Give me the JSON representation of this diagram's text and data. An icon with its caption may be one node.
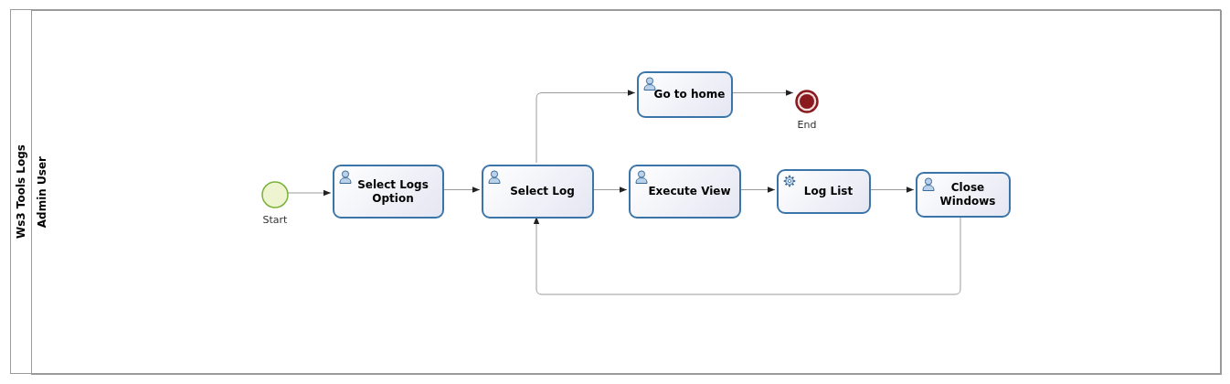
{
  "diagram": {
    "nodes": [
      {
        "text": [
          "Ws3 Tools Logs"
        ]
      },
      {
        "text": [
          "Admin User"
        ],
        "in": 0
      },
      {
        "text": [],
        "shape": "circle",
        "beside": [
          "Start"
        ],
        "in": 1
      },
      {
        "text": [
          "Select Logs Option"
        ],
        "in": 1
      },
      {
        "text": [
          "Select Log"
        ],
        "in": 1
      },
      {
        "text": [
          "Go to home"
        ],
        "in": 1
      },
      {
        "text": [],
        "shape": "circle",
        "beside": [
          "End"
        ],
        "in": 1
      },
      {
        "text": [
          "Execute View"
        ],
        "in": 1
      },
      {
        "text": [
          "Log List"
        ],
        "in": 1
      },
      {
        "text": [
          "Close Windows"
        ],
        "in": 1
      }
    ],
    "edges": [
      {
        "from": 2,
        "to": 3,
        "arrow": "to"
      },
      {
        "from": 3,
        "to": 4,
        "arrow": "to"
      },
      {
        "from": 4,
        "to": 5,
        "arrow": "to"
      },
      {
        "from": 5,
        "to": 6,
        "arrow": "to"
      },
      {
        "from": 4,
        "to": 7,
        "arrow": "to"
      },
      {
        "from": 7,
        "to": 8,
        "arrow": "to"
      },
      {
        "from": 8,
        "to": 9,
        "arrow": "to"
      },
      {
        "from": 9,
        "to": 4,
        "arrow": "to"
      }
    ]
  }
}
